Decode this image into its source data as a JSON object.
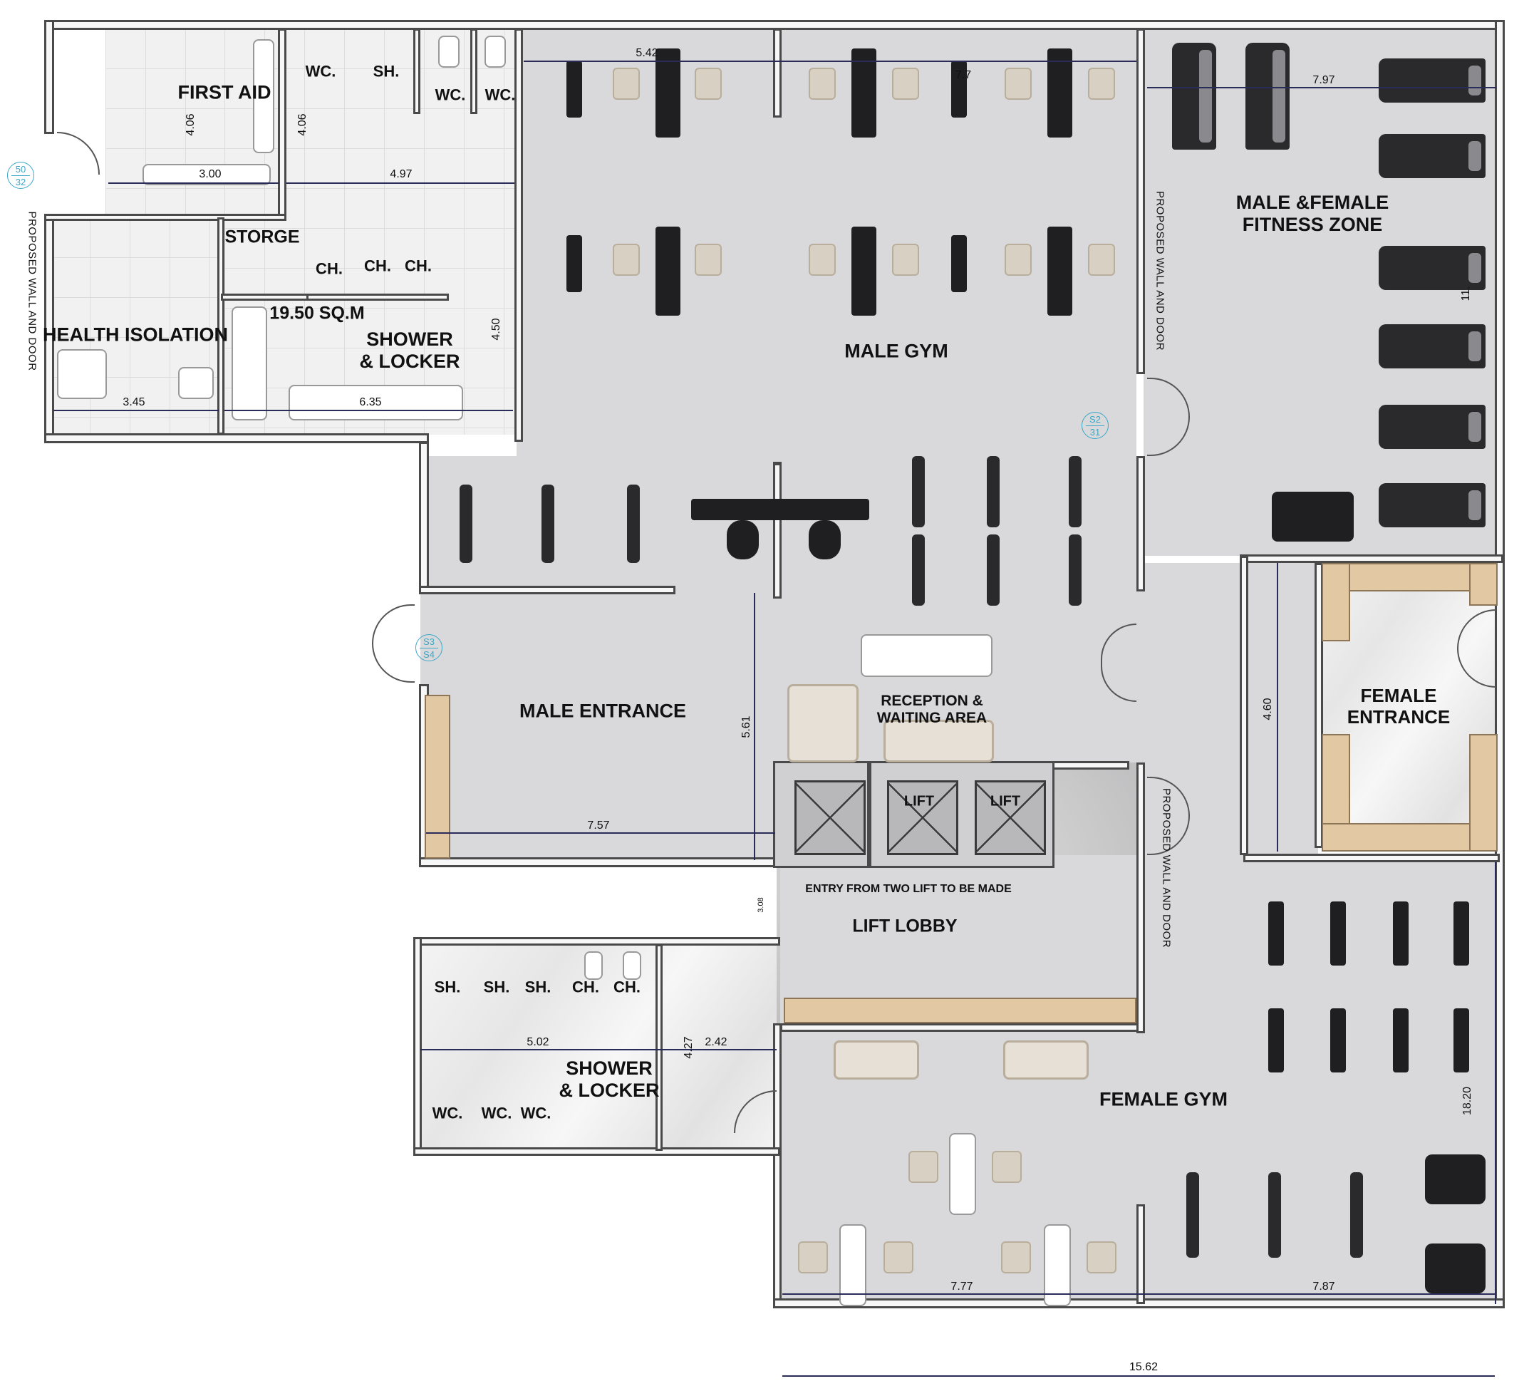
{
  "rooms": {
    "first_aid": "FIRST AID",
    "wc_top_1": "WC.",
    "sh_top": "SH.",
    "wc_top_2": "WC.",
    "wc_top_3": "WC.",
    "storage": "STORGE",
    "ch_top_1": "CH.",
    "ch_top_2": "CH.",
    "ch_top_3": "CH.",
    "area_note": "19.50 SQ.M",
    "shower_locker_male": "SHOWER\n& LOCKER",
    "health_isolation": "HEALTH ISOLATION",
    "male_gym": "MALE GYM",
    "fitness_zone": "MALE &FEMALE\nFITNESS ZONE",
    "male_entrance": "MALE ENTRANCE",
    "reception": "RECEPTION &\nWAITING AREA",
    "lift_1": "LIFT",
    "lift_2": "LIFT",
    "lift_note": "ENTRY FROM TWO LIFT TO BE MADE",
    "lift_lobby": "LIFT LOBBY",
    "female_entrance": "FEMALE ENTRANCE",
    "female_gym": "FEMALE GYM",
    "sh_bottom_1": "SH.",
    "sh_bottom_2": "SH.",
    "sh_bottom_3": "SH.",
    "ch_bottom_1": "CH.",
    "ch_bottom_2": "CH.",
    "shower_locker_female": "SHOWER\n& LOCKER",
    "wc_bottom_1": "WC.",
    "wc_bottom_2": "WC.",
    "wc_bottom_3": "WC."
  },
  "notes": {
    "proposed_left": "PROPOSED WALL AND DOOR",
    "proposed_mid_top": "PROPOSED WALL AND DOOR",
    "proposed_mid_bottom": "PROPOSED WALL AND DOOR"
  },
  "dimensions": {
    "d_5_42": "5.42",
    "d_7_97": "7.97",
    "d_7_7": "7.7",
    "d_3_00": "3.00",
    "d_4_97": "4.97",
    "d_4_06a": "4.06",
    "d_4_06b": "4.06",
    "d_4_50": "4.50",
    "d_3_45": "3.45",
    "d_6_35": "6.35",
    "d_11": "11.",
    "d_5_61": "5.61",
    "d_7_57": "7.57",
    "d_4_60": "4.60",
    "d_3_08": "3.08",
    "d_5_02": "5.02",
    "d_4_27": "4.27",
    "d_2_42": "2.42",
    "d_18_20": "18.20",
    "d_7_77": "7.77",
    "d_7_87": "7.87",
    "d_15_62": "15.62"
  },
  "tags": {
    "t1_top": "50",
    "t1_bottom": "32",
    "t2_top": "S2",
    "t2_bottom": "31",
    "t3_top": "S3",
    "t3_bottom": "S4"
  },
  "colors": {
    "floor": "#d9d9dc",
    "wall": "#f7f7f7",
    "wall_outline": "#4a4a4a",
    "wood": "#e2c9a4",
    "equipment": "#1f1f22",
    "upholstery": "#d8d0c2",
    "tag": "#3aa8c8"
  }
}
